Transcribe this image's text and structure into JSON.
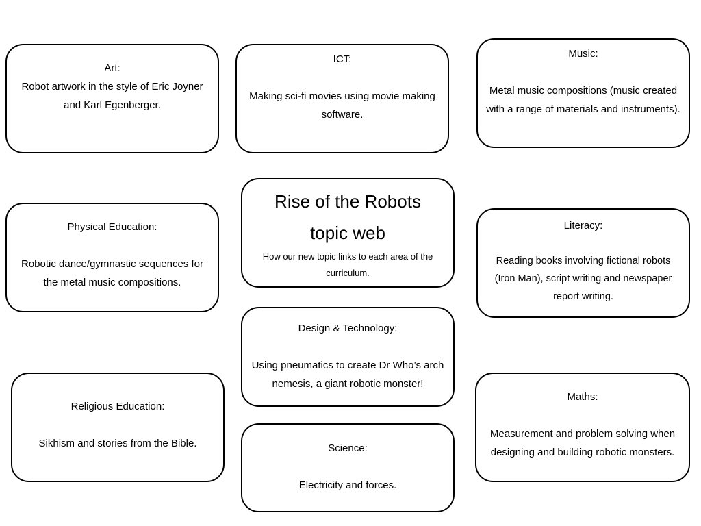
{
  "boxes": {
    "art": {
      "title": "Art:",
      "text": "Robot artwork in the style of Eric Joyner and Karl Egenberger."
    },
    "ict": {
      "title": "ICT:",
      "text": "Making sci-fi movies using movie making software."
    },
    "music": {
      "title": "Music:",
      "text": "Metal music compositions (music created with a range of materials and instruments)."
    },
    "center": {
      "title_line1": "Rise of the Robots",
      "title_line2": "topic web",
      "subtitle": "How our new topic links to each area of the curriculum."
    },
    "pe": {
      "title": "Physical Education:",
      "text": "Robotic dance/gymnastic sequences for the metal music compositions."
    },
    "literacy": {
      "title": "Literacy:",
      "text": "Reading books involving fictional robots (Iron Man), script writing and newspaper report writing."
    },
    "dt": {
      "title": "Design & Technology:",
      "text": "Using pneumatics to create Dr Who’s arch nemesis, a giant robotic monster!"
    },
    "re": {
      "title": "Religious Education:",
      "text": "Sikhism and stories from the Bible."
    },
    "maths": {
      "title": "Maths:",
      "text": "Measurement and problem solving when designing and building robotic monsters."
    },
    "science": {
      "title": "Science:",
      "text": "Electricity and forces."
    }
  }
}
